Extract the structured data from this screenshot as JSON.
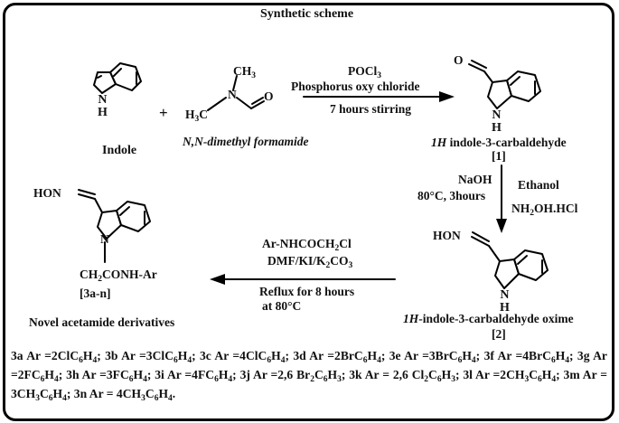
{
  "title": "Synthetic scheme",
  "reactants": {
    "indole_label": "Indole",
    "nh": "N\nH",
    "dmf_ch3_top": "CH3",
    "dmf_h3c": "H3C",
    "dmf_n": "N",
    "dmf_o": "O",
    "dmf_name": "N,N-dimethyl formamide",
    "plus": "+"
  },
  "step1": {
    "reagent": "POCl3",
    "reagent_name": "Phosphorus oxy chloride",
    "condition": "7 hours stirring"
  },
  "product1": {
    "o": "O",
    "nh": "N\nH",
    "name": "1H indole-3-carbaldehyde",
    "number": "[1]"
  },
  "step2": {
    "base": "NaOH",
    "temp_time": "80°C, 3hours",
    "solvent": "Ethanol",
    "reagent": "NH2OH.HCl"
  },
  "product2": {
    "hon": "HON",
    "nh": "N\nH",
    "name": "1H-indole-3-carbaldehyde oxime",
    "number": "[2]"
  },
  "step3": {
    "reagent": "Ar-NHCOCH2Cl",
    "additives": "DMF/KI/K2CO3",
    "condition": "Reflux for 8 hours",
    "temp": "at 80°C"
  },
  "product3": {
    "hon": "HON",
    "n": "N",
    "substituent": "CH2CONH-Ar",
    "number": "[3a-n]",
    "name": "Novel acetamide derivatives"
  },
  "footer_text": "3a Ar =2ClC6H4; 3b Ar =3ClC6H4; 3c Ar =4ClC6H4; 3d Ar =2BrC6H4; 3e Ar =3BrC6H4; 3f Ar =4BrC6H4; 3g Ar =2FC6H4; 3h Ar =3FC6H4; 3i Ar =4FC6H4; 3j Ar =2,6 Br2C6H3; 3k Ar = 2,6 Cl2C6H3; 3l Ar =2CH3C6H4; 3m Ar = 3CH3C6H4; 3n Ar = 4CH3C6H4."
}
